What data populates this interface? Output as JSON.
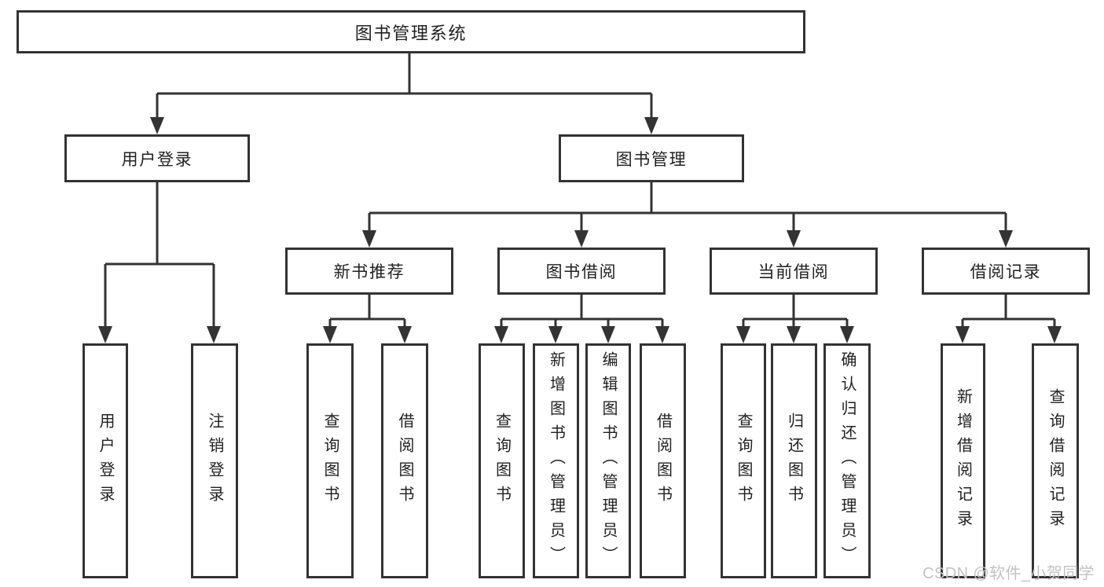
{
  "colors": {
    "line": "#333333",
    "text": "#212121",
    "watermark": "#c3c3c3",
    "background": "#ffffff",
    "box_background": "#ffffff"
  },
  "watermark": {
    "text": "CSDN @软件_小贺同学"
  },
  "tree": {
    "label": "图书管理系统",
    "children": [
      {
        "label": "用户登录",
        "children": [
          {
            "label": "用户登录"
          },
          {
            "label": "注销登录"
          }
        ]
      },
      {
        "label": "图书管理",
        "children": [
          {
            "label": "新书推荐",
            "children": [
              {
                "label": "查询图书"
              },
              {
                "label": "借阅图书"
              }
            ]
          },
          {
            "label": "图书借阅",
            "children": [
              {
                "label": "查询图书"
              },
              {
                "label": "新增图书（管理员）"
              },
              {
                "label": "编辑图书（管理员）"
              },
              {
                "label": "借阅图书"
              }
            ]
          },
          {
            "label": "当前借阅",
            "children": [
              {
                "label": "查询图书"
              },
              {
                "label": "归还图书"
              },
              {
                "label": "确认归还（管理员）"
              }
            ]
          },
          {
            "label": "借阅记录",
            "children": [
              {
                "label": "新增借阅记录"
              },
              {
                "label": "查询借阅记录"
              }
            ]
          }
        ]
      }
    ]
  }
}
